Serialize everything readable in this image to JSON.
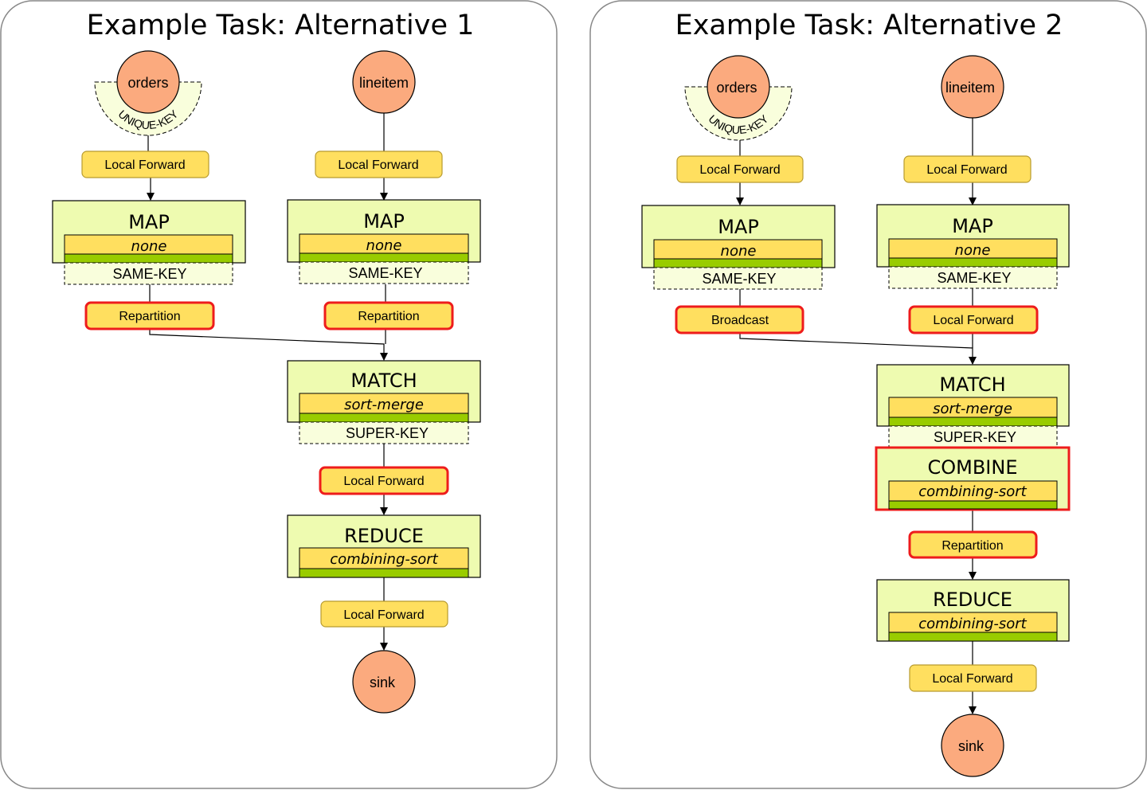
{
  "panels": [
    {
      "title": "Example Task: Alternative 1",
      "sources": [
        {
          "label": "orders",
          "property": "UNIQUE-KEY"
        },
        {
          "label": "lineitem"
        }
      ],
      "ship_top": [
        "Local Forward",
        "Local Forward"
      ],
      "maps": [
        {
          "name": "MAP",
          "strategy": "none",
          "property": "SAME-KEY"
        },
        {
          "name": "MAP",
          "strategy": "none",
          "property": "SAME-KEY"
        }
      ],
      "ship_mid": [
        {
          "label": "Repartition",
          "highlighted": true
        },
        {
          "label": "Repartition",
          "highlighted": true
        }
      ],
      "match": {
        "name": "MATCH",
        "strategy": "sort-merge",
        "property": "SUPER-KEY"
      },
      "ship_after_match": {
        "label": "Local Forward",
        "highlighted": true
      },
      "reduce": {
        "name": "REDUCE",
        "strategy": "combining-sort"
      },
      "ship_final": "Local Forward",
      "sink": "sink"
    },
    {
      "title": "Example Task: Alternative 2",
      "sources": [
        {
          "label": "orders",
          "property": "UNIQUE-KEY"
        },
        {
          "label": "lineitem"
        }
      ],
      "ship_top": [
        "Local Forward",
        "Local Forward"
      ],
      "maps": [
        {
          "name": "MAP",
          "strategy": "none",
          "property": "SAME-KEY"
        },
        {
          "name": "MAP",
          "strategy": "none",
          "property": "SAME-KEY"
        }
      ],
      "ship_mid": [
        {
          "label": "Broadcast",
          "highlighted": true
        },
        {
          "label": "Local Forward",
          "highlighted": true
        }
      ],
      "match": {
        "name": "MATCH",
        "strategy": "sort-merge",
        "property": "SUPER-KEY"
      },
      "combine": {
        "name": "COMBINE",
        "strategy": "combining-sort",
        "highlighted": true
      },
      "ship_after_combine": {
        "label": "Repartition",
        "highlighted": true
      },
      "reduce": {
        "name": "REDUCE",
        "strategy": "combining-sort"
      },
      "ship_final": "Local Forward",
      "sink": "sink"
    }
  ],
  "colors": {
    "node_fill": "#FBAA7E",
    "ship_fill": "#FFDF5F",
    "ship_stroke": "#B89B2F",
    "operator_fill": "#EEFBB0",
    "strategy_fill": "#FFDF5F",
    "bar_fill": "#99CC00",
    "property_fill": "#F9FEDC",
    "highlight": "#EE1C1C"
  }
}
